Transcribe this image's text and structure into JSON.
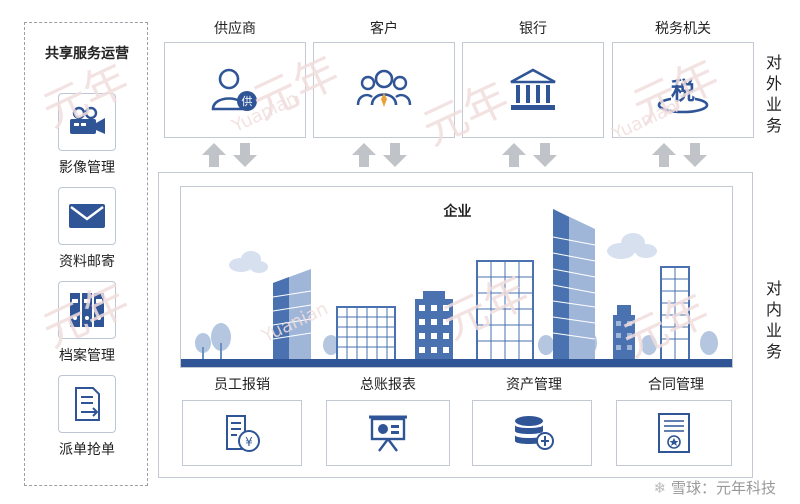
{
  "left_panel": {
    "title": "共享服务运营",
    "items": [
      {
        "label": "影像管理",
        "icon": "video-camera-icon"
      },
      {
        "label": "资料邮寄",
        "icon": "envelope-icon"
      },
      {
        "label": "档案管理",
        "icon": "binders-icon"
      },
      {
        "label": "派单抢单",
        "icon": "dispatch-document-icon"
      }
    ]
  },
  "external": {
    "items": [
      {
        "label": "供应商",
        "icon": "supplier-user-icon",
        "glyph": "供"
      },
      {
        "label": "客户",
        "icon": "customers-icon"
      },
      {
        "label": "银行",
        "icon": "bank-icon"
      },
      {
        "label": "税务机关",
        "icon": "tax-office-icon",
        "glyph": "税"
      }
    ],
    "side_label": "对外业务"
  },
  "internal": {
    "scene_title": "企业",
    "side_label": "对内业务",
    "items": [
      {
        "label": "员工报销",
        "icon": "reimbursement-icon",
        "glyph": "¥"
      },
      {
        "label": "总账报表",
        "icon": "ledger-report-icon"
      },
      {
        "label": "资产管理",
        "icon": "asset-database-icon"
      },
      {
        "label": "合同管理",
        "icon": "contract-icon"
      }
    ]
  },
  "colors": {
    "icon_blue": "#2f5597",
    "arrow_gray": "#c0c4c8",
    "border_gray": "#c3c9d2",
    "building_blue": "#4a72b0",
    "building_light": "#9fb6d8"
  },
  "watermark": {
    "text": "元年",
    "sub": "Yuanian"
  },
  "footer": "雪球：元年科技"
}
